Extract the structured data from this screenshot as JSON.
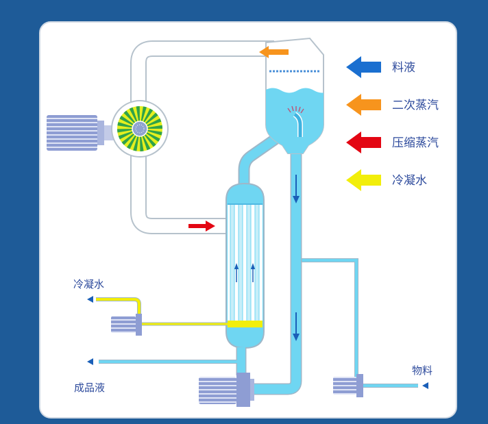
{
  "diagram": {
    "legend": [
      {
        "label": "料液",
        "color": "#1a6fd0"
      },
      {
        "label": "二次蒸汽",
        "color": "#f7941d"
      },
      {
        "label": "压缩蒸汽",
        "color": "#e30613"
      },
      {
        "label": "冷凝水",
        "color": "#f2ee0a"
      }
    ],
    "labels": {
      "condensate_out": "冷凝水",
      "product_out": "成品液",
      "feed_in": "物料"
    }
  },
  "colors": {
    "background": "#1e5b98",
    "panel": "#ffffff",
    "liquid": "#6fd6f2",
    "label_text": "#2d4a9c",
    "flow_arrow": "#1a5fb8",
    "motor": "#8e9dd3",
    "fan_green": "#2fa24a",
    "fan_yellow": "#e4ef1f",
    "condensate": "#f2ee0a",
    "compressed_steam_arrow": "#e30613",
    "secondary_steam_arrow": "#f7941d"
  }
}
